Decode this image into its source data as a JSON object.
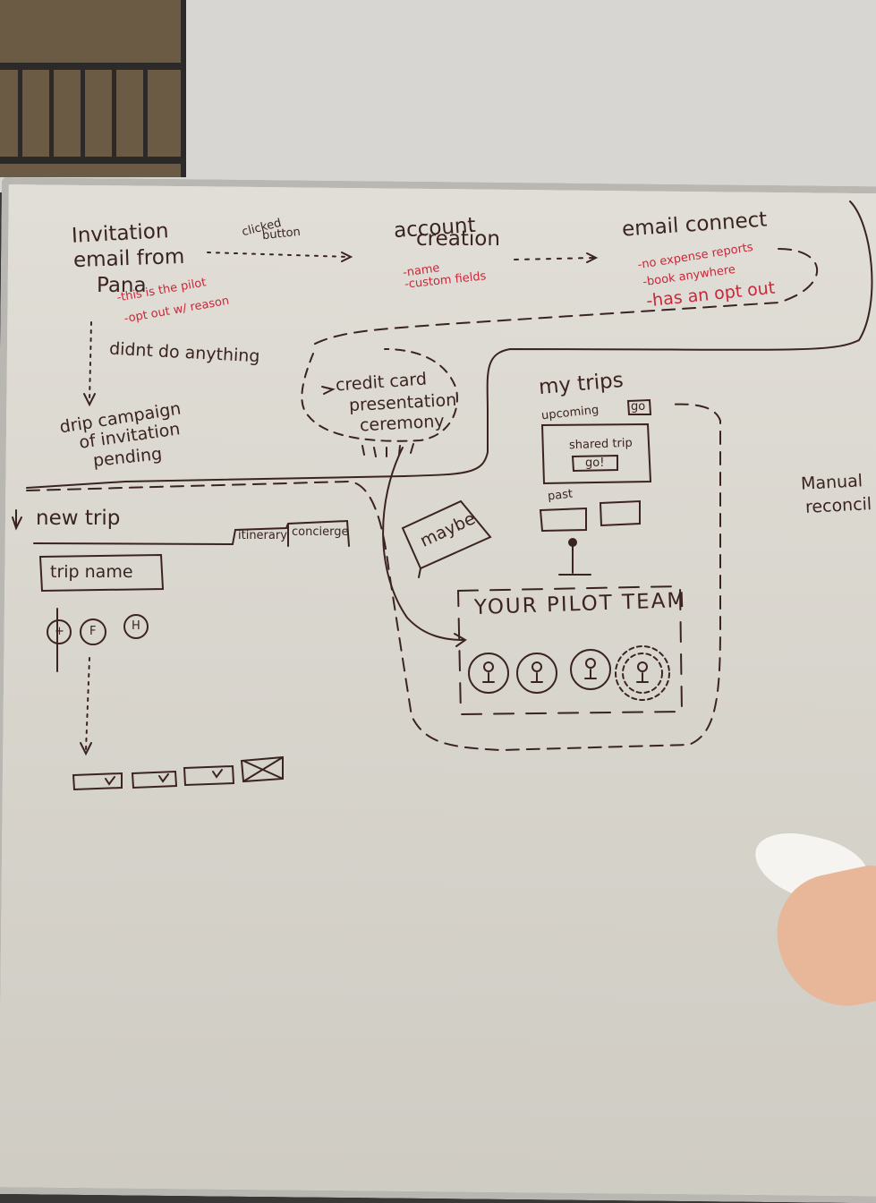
{
  "nodes": {
    "invitation": [
      "Invitation",
      "email from",
      "Pana"
    ],
    "invitation_notes": [
      "-this is the pilot",
      "-opt out w/ reason"
    ],
    "clicked_button": [
      "clicked",
      "button"
    ],
    "account_creation": [
      "account",
      "creation"
    ],
    "account_notes": [
      "-name",
      "-custom fields"
    ],
    "email_connect": "email connect",
    "email_connect_notes": [
      "-no expense reports",
      "-book anywhere",
      "-has an opt out"
    ],
    "didnt_do_anything": "didnt do anything",
    "drip_campaign": [
      "drip campaign",
      "of invitation",
      "pending"
    ],
    "credit_card": [
      "credit card",
      "presentation",
      "ceremony"
    ],
    "my_trips": "my trips",
    "upcoming": "upcoming",
    "go_button": "go",
    "shared_trip": "shared trip",
    "go_button2": "go!",
    "past": "past",
    "maybe": "maybe",
    "pilot_team": "YOUR PILOT TEAM",
    "manual": [
      "Manual",
      "reconcil"
    ],
    "new_trip": "new trip",
    "tab_itinerary": "itinerary",
    "tab_concierge": "concierge",
    "trip_name": "trip name",
    "circles": [
      "+",
      "F",
      "H"
    ]
  },
  "colors": {
    "ink_brown": "#3b2420",
    "ink_red": "#c8283b",
    "board": "#dcd9d2"
  }
}
